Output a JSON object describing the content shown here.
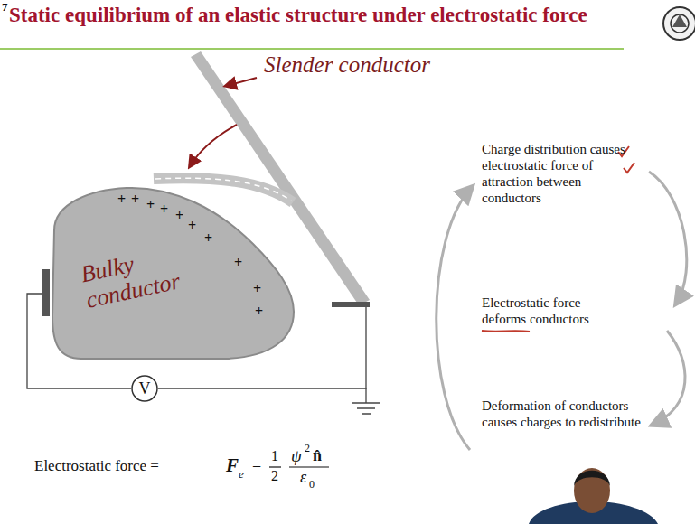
{
  "diagram": {
    "title": "Static equilibrium of an elastic structure under electrostatic force",
    "nodes": [
      {
        "text": [
          "Bulky conductor"
        ]
      },
      {
        "text": [
          "V"
        ]
      }
    ],
    "edges": [
      {
        "from": 0,
        "to": 1,
        "arrow": "none"
      }
    ],
    "labels": [
      "7",
      "Slender conductor",
      "+",
      "+",
      "+",
      "+",
      "+",
      "+",
      "+",
      "+",
      "+",
      "+",
      "Charge distribution causes electrostatic force of attraction between conductors",
      "Electrostatic force deforms conductors",
      "Deformation of conductors causes charges to redistribute",
      "Electrostatic force =",
      "F",
      "e",
      "=",
      "1",
      "2",
      "ψ",
      "2",
      "n̂",
      "ε",
      "0"
    ]
  }
}
